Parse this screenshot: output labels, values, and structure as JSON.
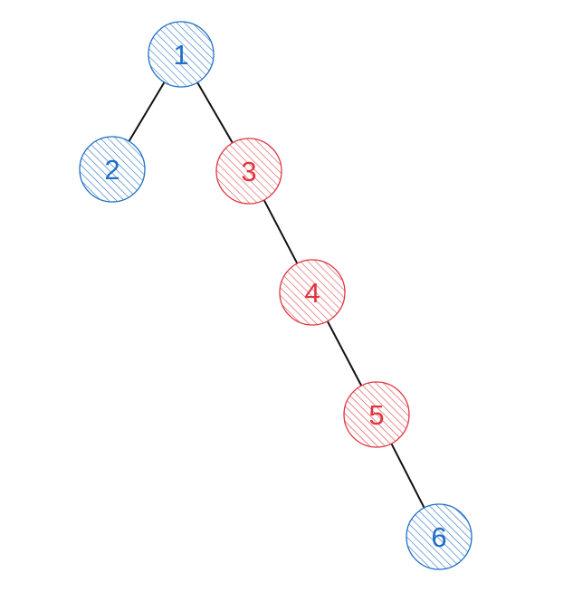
{
  "colors": {
    "blue": "#1f6fc4",
    "red": "#e0353f",
    "edge": "#111111"
  },
  "nodes": [
    {
      "id": "n1",
      "label": "1",
      "color": "blue"
    },
    {
      "id": "n2",
      "label": "2",
      "color": "blue"
    },
    {
      "id": "n3",
      "label": "3",
      "color": "red"
    },
    {
      "id": "n4",
      "label": "4",
      "color": "red"
    },
    {
      "id": "n5",
      "label": "5",
      "color": "red"
    },
    {
      "id": "n6",
      "label": "6",
      "color": "blue"
    }
  ],
  "edges": [
    {
      "from": "n1",
      "to": "n2"
    },
    {
      "from": "n1",
      "to": "n3"
    },
    {
      "from": "n3",
      "to": "n4"
    },
    {
      "from": "n4",
      "to": "n5"
    },
    {
      "from": "n5",
      "to": "n6"
    }
  ]
}
